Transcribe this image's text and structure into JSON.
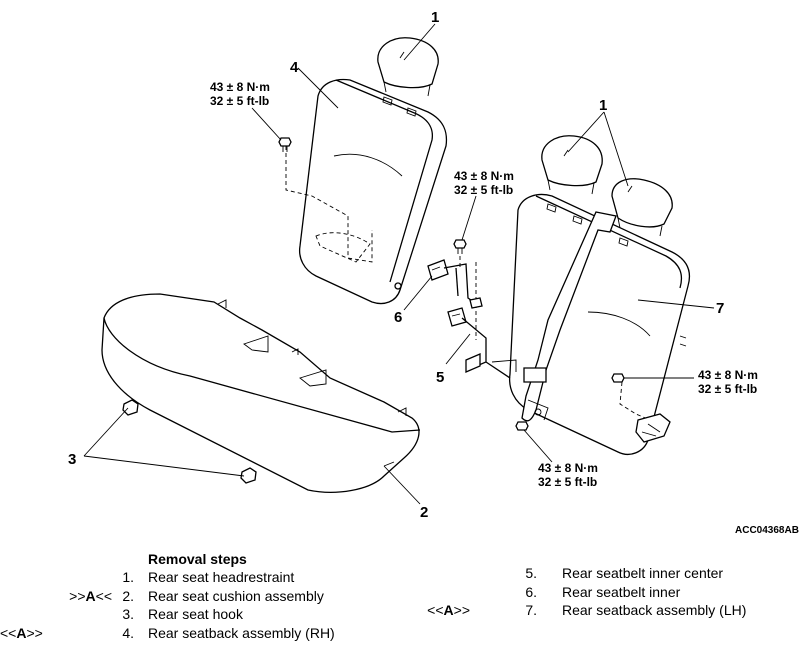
{
  "callouts": {
    "c1": "1",
    "c2": "2",
    "c3": "3",
    "c4": "4",
    "c5": "5",
    "c6": "6",
    "c7": "7"
  },
  "torque": {
    "nm": "43 ± 8 N·m",
    "ftlb": "32 ± 5 ft-lb"
  },
  "figure_code": "ACC04368AB",
  "removal": {
    "heading": "Removal steps",
    "left": [
      {
        "mark": "",
        "index": "1.",
        "text": "Rear seat headrestraint"
      },
      {
        "mark_pre": ">>",
        "mark_bold": "A",
        "mark_post": "<<",
        "index": "2.",
        "text": "Rear seat cushion assembly"
      },
      {
        "mark": "",
        "index": "3.",
        "text": "Rear seat hook"
      },
      {
        "mark_pre": "<<",
        "mark_bold": "A",
        "mark_post": ">>",
        "index": "4.",
        "text": "Rear seatback assembly (RH)"
      }
    ],
    "right": [
      {
        "mark": "",
        "index": "5.",
        "text": "Rear seatbelt inner center"
      },
      {
        "mark": "",
        "index": "6.",
        "text": "Rear seatbelt inner"
      },
      {
        "mark_pre": "<<",
        "mark_bold": "A",
        "mark_post": ">>",
        "index": "7.",
        "text": "Rear seatback assembly (LH)"
      }
    ]
  }
}
